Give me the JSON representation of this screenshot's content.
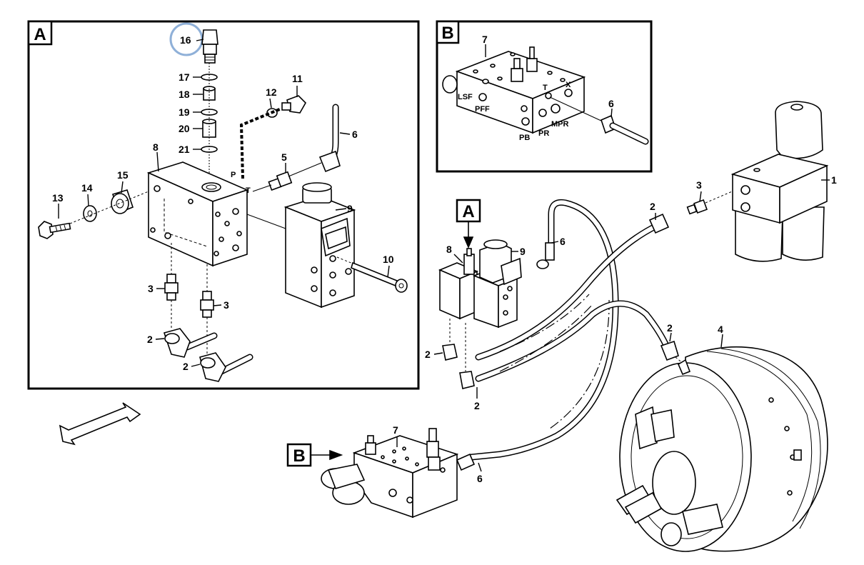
{
  "panel_a": {
    "tag": "A",
    "callouts": {
      "c16": "16",
      "c17": "17",
      "c18": "18",
      "c19": "19",
      "c20": "20",
      "c21": "21",
      "c11": "11",
      "c12": "12",
      "c6": "6",
      "c8": "8",
      "c5": "5",
      "c15": "15",
      "c13": "13",
      "c14": "14",
      "c9": "9",
      "c10": "10",
      "c3a": "3",
      "c3b": "3",
      "c2a": "2",
      "c2b": "2"
    },
    "ports": {
      "p": "P",
      "t": "T"
    },
    "highlight_color": "#8fb0d8"
  },
  "panel_b": {
    "tag": "B",
    "callouts": {
      "c7": "7",
      "c6": "6"
    },
    "ports": {
      "lsf": "LSF",
      "pff": "PFF",
      "pb": "PB",
      "pr": "PR",
      "mpr": "MPR",
      "t": "T",
      "x": "X"
    }
  },
  "main": {
    "tag_a": "A",
    "tag_b": "B",
    "callouts": {
      "c1": "1",
      "c2a": "2",
      "c2b": "2",
      "c2c": "2",
      "c2d": "2",
      "c3": "3",
      "c4": "4",
      "c6a": "6",
      "c6b": "6",
      "c7": "7",
      "c8": "8",
      "c9": "9"
    }
  }
}
